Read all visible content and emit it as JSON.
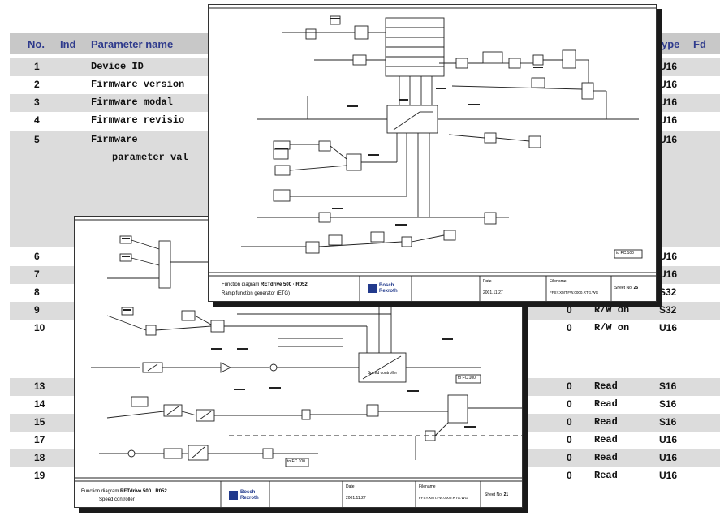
{
  "table": {
    "columns": {
      "no": "No.",
      "ind": "Ind",
      "name": "Parameter name",
      "type": "ype",
      "fd": "Fd"
    },
    "rows": [
      {
        "no": "1",
        "name": "Device ID",
        "type": "U16",
        "shade": true
      },
      {
        "no": "2",
        "name": "Firmware version",
        "type": "U16",
        "shade": false
      },
      {
        "no": "3",
        "name": "Firmware modal",
        "type": "U16",
        "shade": true
      },
      {
        "no": "4",
        "name": "Firmware revisio",
        "type": "U16",
        "shade": false
      },
      {
        "no": "5",
        "name": "Firmware",
        "name2": "parameter val",
        "type": "U16",
        "shade": true
      },
      {
        "no": "6",
        "type": "U16",
        "shade": false
      },
      {
        "no": "7",
        "type": "U16",
        "shade": true
      },
      {
        "no": "8",
        "type": "S32",
        "shade": false
      },
      {
        "no": "9",
        "c1": "0",
        "access": "R/W on",
        "type": "S32",
        "shade": true
      },
      {
        "no": "10",
        "c1": "0",
        "access": "R/W on",
        "type": "U16",
        "shade": false
      },
      {
        "no": "13",
        "c1": "0",
        "access": "Read",
        "type": "S16",
        "shade": true
      },
      {
        "no": "14",
        "c1": "0",
        "access": "Read",
        "type": "S16",
        "shade": false
      },
      {
        "no": "15",
        "c1": "0",
        "access": "Read",
        "type": "S16",
        "shade": true
      },
      {
        "no": "17",
        "c1": "0",
        "access": "Read",
        "type": "U16",
        "shade": false
      },
      {
        "no": "18",
        "c1": "0",
        "access": "Read",
        "type": "U16",
        "shade": true
      },
      {
        "no": "19",
        "c1": "0",
        "access": "Read",
        "type": "U16",
        "shade": false
      }
    ]
  },
  "sheet_front": {
    "title_label": "Function diagram",
    "title_device": "RETdrive 500 · R052",
    "subtitle": "Ramp function generator (ETG)",
    "brand_line1": "Bosch",
    "brand_line2": "Rexroth",
    "date_label": "Date",
    "date": "2001.11.27",
    "filename_label": "Filename",
    "filename": "FFSY.XMT.FW.0000.RTG.WG",
    "sheet_label": "Sheet No.",
    "sheet_no": "25",
    "ref_box": "to FC.100"
  },
  "sheet_back": {
    "title_label": "Function diagram",
    "title_device": "RETdrive 500 · R052",
    "subtitle": "Speed controller",
    "brand_line1": "Bosch",
    "brand_line2": "Rexroth",
    "date_label": "Date",
    "date": "2001.11.27",
    "filename_label": "Filename",
    "filename": "FFSY.XMT.FW.0000.RTG.WG",
    "sheet_label": "Sheet No.",
    "sheet_no": "21",
    "ref_box1": "to FC.100",
    "ref_box2": "to FC.100",
    "block_label": "Speed controller"
  }
}
